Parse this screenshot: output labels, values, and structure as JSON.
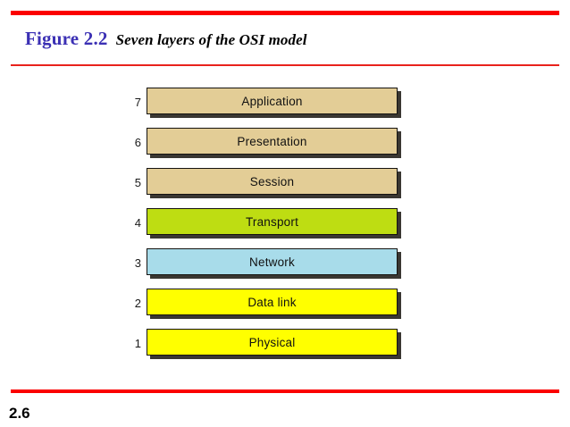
{
  "figure": {
    "label": "Figure 2.2",
    "caption": "Seven layers of the OSI model",
    "label_color": "#3b30b4",
    "caption_color": "#000000"
  },
  "rules": {
    "accent_color": "#fb0000",
    "thin_color": "#e8221c"
  },
  "osi_model": {
    "layers": [
      {
        "number": "7",
        "name": "Application",
        "color": "#e3cd96"
      },
      {
        "number": "6",
        "name": "Presentation",
        "color": "#e3cd96"
      },
      {
        "number": "5",
        "name": "Session",
        "color": "#e3cd96"
      },
      {
        "number": "4",
        "name": "Transport",
        "color": "#bedd12"
      },
      {
        "number": "3",
        "name": "Network",
        "color": "#a8dcea"
      },
      {
        "number": "2",
        "name": "Data link",
        "color": "#ffff00"
      },
      {
        "number": "1",
        "name": "Physical",
        "color": "#ffff00"
      }
    ]
  },
  "footer": {
    "page_number": "2.6"
  }
}
